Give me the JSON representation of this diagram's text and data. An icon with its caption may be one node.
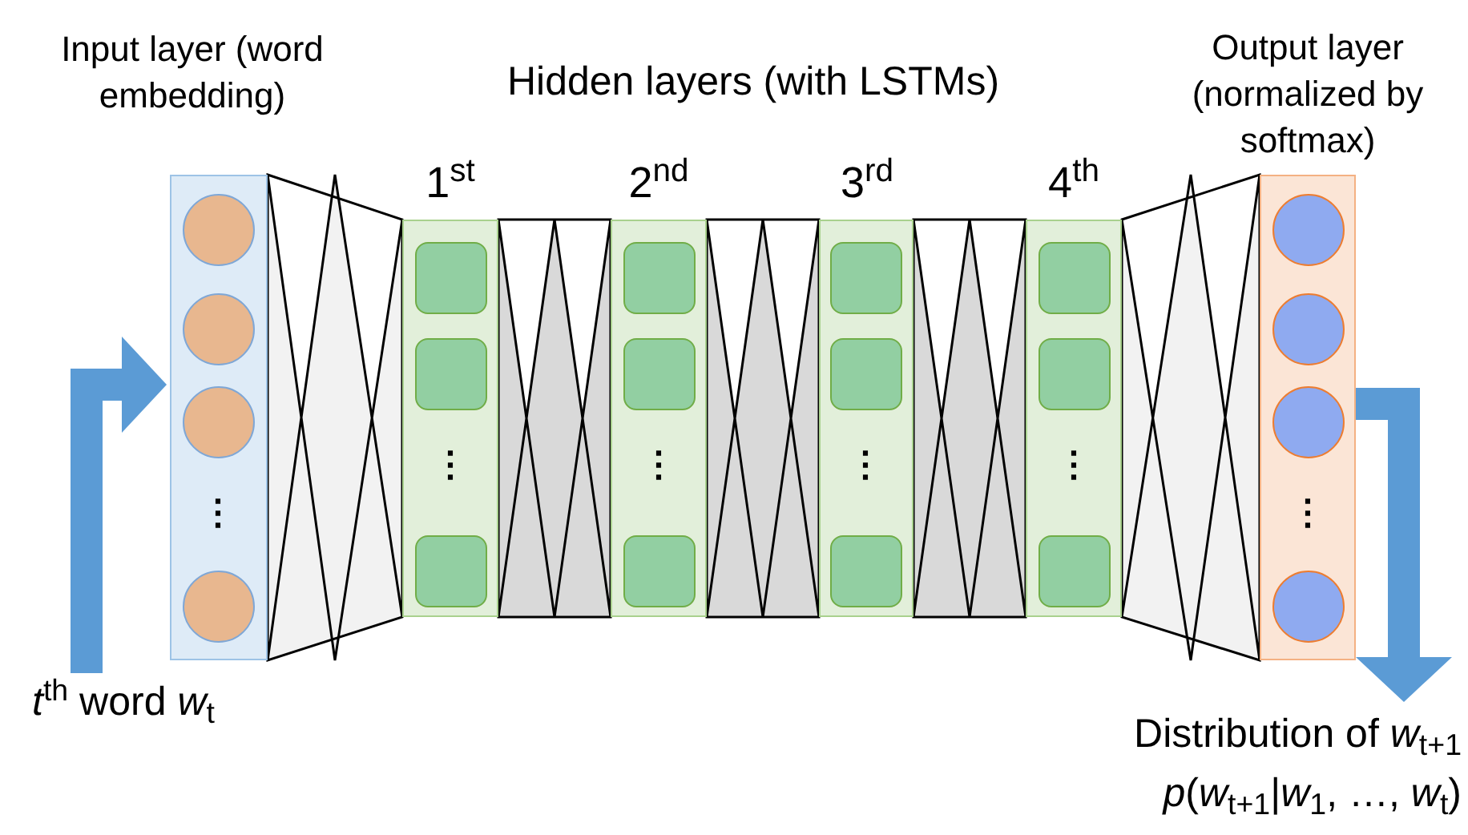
{
  "diagram": {
    "title": "Hidden layers (with LSTMs)",
    "nodes": [
      {
        "text": [
          "Input layer (word embedding)"
        ]
      },
      {
        "text": [
          "1$^{st}$"
        ]
      },
      {
        "text": [
          "2$^{nd}$"
        ]
      },
      {
        "text": [
          "3$^{rd}$"
        ]
      },
      {
        "text": [
          "4$^{th}$"
        ]
      },
      {
        "text": [
          "Output layer (normalized by softmax)"
        ]
      },
      {
        "text": [
          "*t*$^{th}$ word *w*$_{t}$"
        ]
      },
      {
        "text": [
          "Distribution of *w*$_{t+1}$",
          "*p*(*w*$_{t+1}$|*w*$_{1}$, …, *w*$_{t}$)"
        ]
      }
    ],
    "edges": [
      {
        "from": 6,
        "to": 0,
        "arrow": "to",
        "style": "thick",
        "color": "#5b9bd5"
      },
      {
        "from": 0,
        "to": 1,
        "arrow": "none"
      },
      {
        "from": 1,
        "to": 2,
        "arrow": "none"
      },
      {
        "from": 2,
        "to": 3,
        "arrow": "none"
      },
      {
        "from": 3,
        "to": 4,
        "arrow": "none"
      },
      {
        "from": 4,
        "to": 5,
        "arrow": "none"
      },
      {
        "from": 5,
        "to": 7,
        "arrow": "to",
        "style": "thick",
        "color": "#5b9bd5"
      }
    ],
    "labels": [
      "⋮",
      "⋮",
      "⋮",
      "⋮",
      "⋮",
      "⋮"
    ]
  }
}
